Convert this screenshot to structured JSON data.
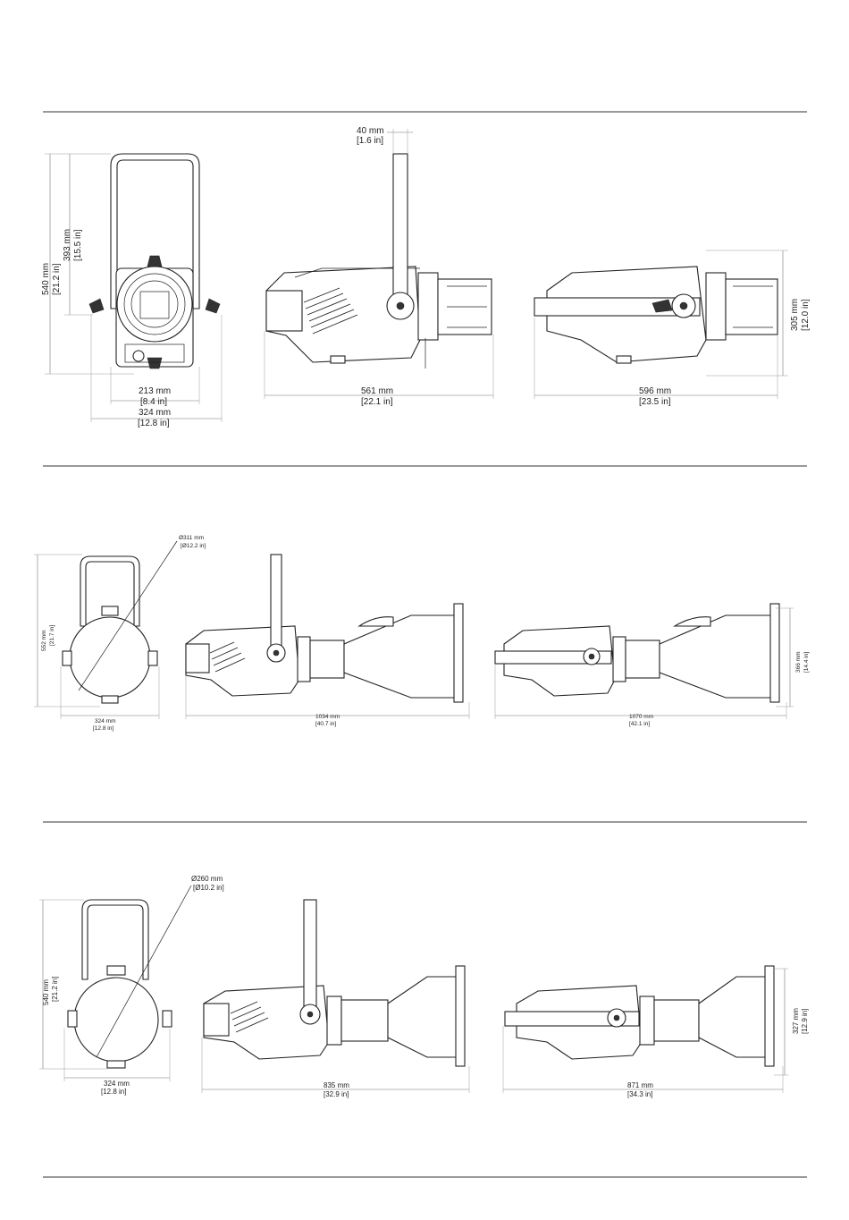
{
  "section1": {
    "front": {
      "height_total": "540 mm",
      "height_total_in": "[21.2 in]",
      "height_body": "393 mm",
      "height_body_in": "[15.5 in]",
      "width_inner": "213 mm",
      "width_inner_in": "[8.4 in]",
      "width_outer": "324 mm",
      "width_outer_in": "[12.8 in]"
    },
    "side": {
      "yoke_width": "40 mm",
      "yoke_width_in": "[1.6 in]",
      "length": "561 mm",
      "length_in": "[22.1 in]"
    },
    "top": {
      "length": "596 mm",
      "length_in": "[23.5 in]",
      "height": "305 mm",
      "height_in": "[12.0 in]"
    }
  },
  "section2": {
    "front": {
      "diameter": "Ø311 mm",
      "diameter_in": "[Ø12.2 in]",
      "height": "552 mm",
      "height_in": "[21.7 in]",
      "width": "324 mm",
      "width_in": "[12.8 in]"
    },
    "side": {
      "length": "1034 mm",
      "length_in": "[40.7 in]"
    },
    "top": {
      "length": "1070 mm",
      "length_in": "[42.1 in]",
      "height": "366 mm",
      "height_in": "[14.4 in]"
    }
  },
  "section3": {
    "front": {
      "diameter": "Ø260 mm",
      "diameter_in": "[Ø10.2 in]",
      "height": "540 mm",
      "height_in": "[21.2 in]",
      "width": "324 mm",
      "width_in": "[12.8 in]"
    },
    "side": {
      "length": "835 mm",
      "length_in": "[32.9 in]"
    },
    "top": {
      "length": "871 mm",
      "length_in": "[34.3 in]",
      "height": "327 mm",
      "height_in": "[12.9 in]"
    }
  }
}
